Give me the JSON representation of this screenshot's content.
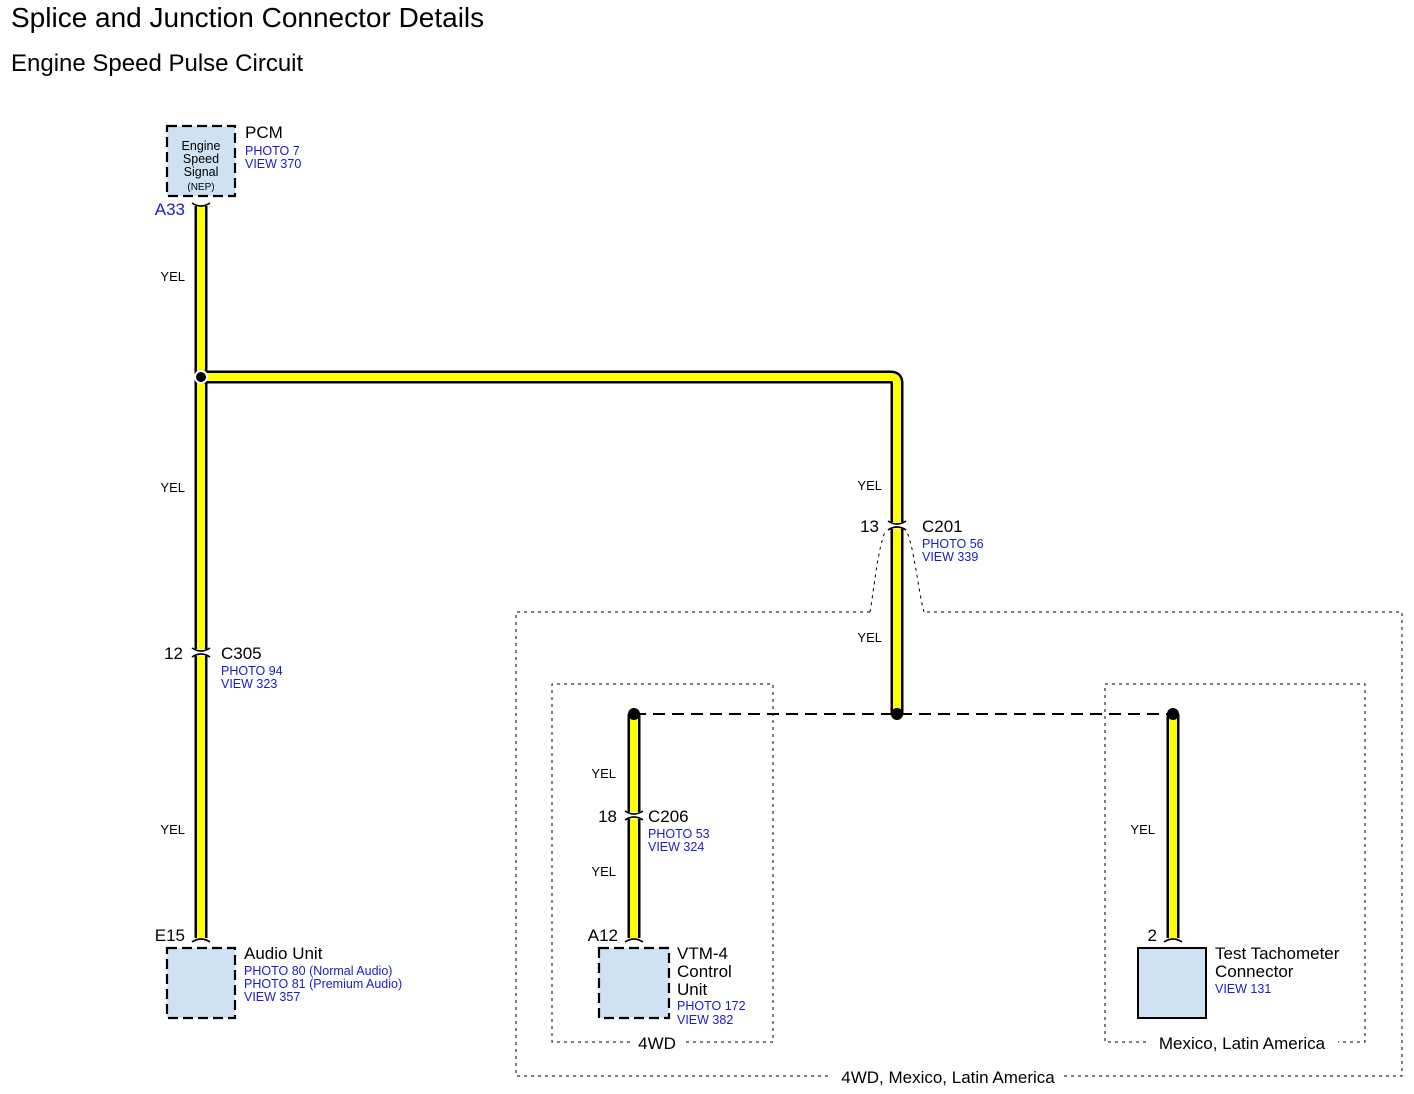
{
  "title": "Splice and Junction Connector Details",
  "subtitle": "Engine Speed Pulse Circuit",
  "colors": {
    "wire_yellow": "#ffff00",
    "component_fill": "#cfe2f3",
    "reference_blue": "#1a1acc"
  },
  "components": {
    "pcm": {
      "name": "PCM",
      "photo": "PHOTO 7",
      "view": "VIEW 370",
      "pin": "A33",
      "box_lines": [
        "Engine",
        "Speed",
        "Signal"
      ],
      "box_sub": "(NEP)"
    },
    "audio_unit": {
      "name": "Audio Unit",
      "pin": "E15",
      "refs": [
        "PHOTO 80 (Normal Audio)",
        "PHOTO 81 (Premium Audio)",
        "VIEW 357"
      ]
    },
    "vtm4": {
      "name_lines": [
        "VTM-4",
        "Control",
        "Unit"
      ],
      "pin": "A12",
      "refs": [
        "PHOTO 172",
        "VIEW 382"
      ]
    },
    "test_tach": {
      "name_lines": [
        "Test Tachometer",
        "Connector"
      ],
      "pin": "2",
      "refs": [
        "VIEW 131"
      ]
    }
  },
  "connectors": {
    "c305": {
      "name": "C305",
      "pin": "12",
      "photo": "PHOTO 94",
      "view": "VIEW 323"
    },
    "c201": {
      "name": "C201",
      "pin": "13",
      "photo": "PHOTO 56",
      "view": "VIEW 339"
    },
    "c206": {
      "name": "C206",
      "pin": "18",
      "photo": "PHOTO 53",
      "view": "VIEW 324"
    }
  },
  "wire_label": "YEL",
  "groups": {
    "outer": "4WD, Mexico, Latin America",
    "vtm": "4WD",
    "tach": "Mexico, Latin America"
  }
}
